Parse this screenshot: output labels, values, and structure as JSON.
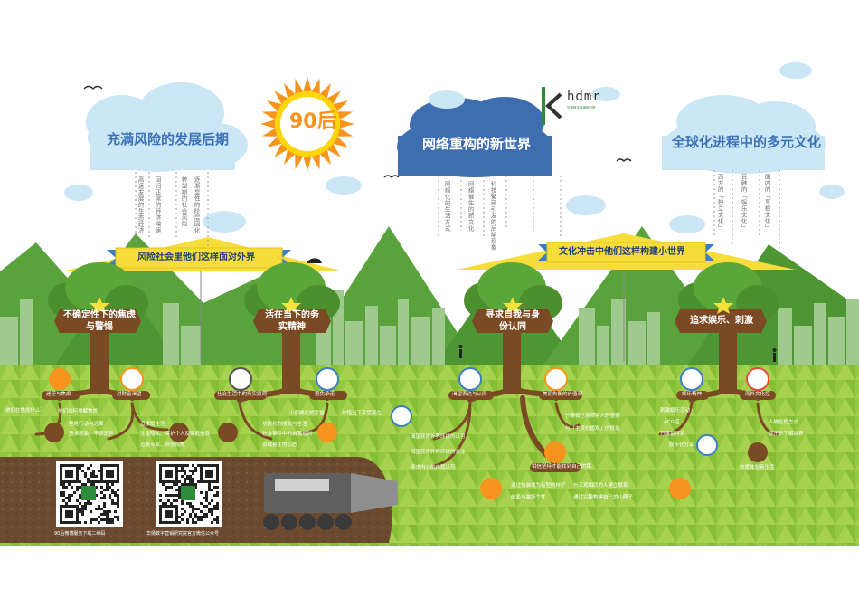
{
  "center_badge": "90后",
  "logo": {
    "name": "hdmr",
    "subtitle": "华扬数字营销研究院"
  },
  "clouds": [
    {
      "title": "充满风险的发展后期",
      "notes": [
        "高速发展的生态经济",
        "回归正常的经济增速",
        "转型期的社会风险",
        "逐渐显性的阶层固化"
      ]
    },
    {
      "title": "网络重构的新世界",
      "notes": [
        "网络化的生活方式",
        "网络催生的新文化",
        "科技繁荣引发的后喻现象"
      ]
    },
    {
      "title": "全球化进程中的多元文化",
      "notes": [
        "西方的「独立文化」",
        "日韩的「娱乐文化」",
        "国内的「草根文化」"
      ]
    }
  ],
  "ribbons": [
    "风险社会里他们这样面对外界",
    "文化冲击中他们这样构建小世界"
  ],
  "trees": [
    {
      "sign": "不确定性下的焦虑与警惕"
    },
    {
      "sign": "活在当下的务实精神"
    },
    {
      "sign": "寻求自我与身份认同"
    },
    {
      "sign": "追求娱乐、刺激"
    }
  ],
  "tags": {
    "t1a": "迷茫与焦虑",
    "t1b": "对财富渴望",
    "t2a": "社会生活中的务实原则",
    "t2b": "避免承诺",
    "t3a": "渴望表达与认同",
    "t3b": "美丽失衡的价值观",
    "t4a": "娱乐精神",
    "t4b": "海外文化控",
    "t3c": "相信坚持才能找到自己的路"
  },
  "notes": {
    "n1": "他们在焦虑什么？",
    "n2": "他们如何排解焦虑",
    "n3": "拒绝行动与远离",
    "n4": "追求慢生活",
    "n5": "追求刺激、不顾宽容",
    "n6": "注重隐私、保护个人及家庭信息",
    "n7": "远离专家、自创权威",
    "n8": "小而确定的幸福",
    "n9": "珍惜当下享受现在",
    "n10": "功能化的朋友与生活",
    "n11": "社会事件中的自我规则",
    "n12": "荷载着生的心态",
    "n13": "渴望获得外界环境的认可",
    "n14": "渴望获得外界环境的关注",
    "n15": "寻求内心的自我认可",
    "n16": "只要自己喜欢别人的感觉",
    "n17": "与「主流价值观」的抵抗",
    "n18": "通过包装成为有型的样子",
    "n19": "前面与装饰个性",
    "n20": "与三观相同的人建立联系",
    "n21": "通过兴趣构建自己的小圈子",
    "n22": "刺激娱乐活动",
    "n23": "ACG控",
    "n24": "万事皆可笑",
    "n25": "娱乐化分享",
    "n26": "人物化的方式",
    "n27": "娱乐乐了解世界",
    "n28": "热爱体验新生活"
  },
  "qr": [
    "90后微博服务下载二维码",
    "华扬数字营销研究院官方微信公众号"
  ],
  "colors": {
    "sky_cloud": "#cbe7f6",
    "cloud_dark": "#3e6db0",
    "grass": "#8dc63f",
    "mountain": "#5aa33c",
    "tree": "#4c8f2f",
    "trunk": "#7a4a24",
    "ribbon": "#f6dd3a",
    "ground": "#6b4a30",
    "sun": "#f7941d"
  }
}
